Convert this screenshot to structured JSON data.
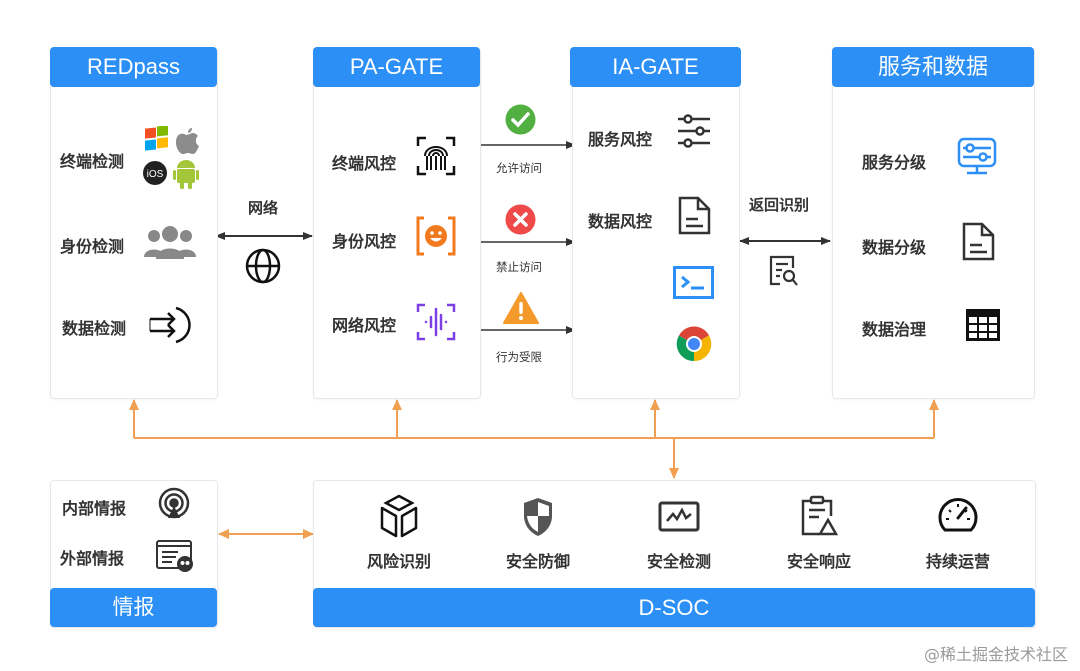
{
  "columns": [
    {
      "title": "REDpass",
      "items": [
        {
          "label": "终端检测",
          "icon": "os-platform-icons"
        },
        {
          "label": "身份检测",
          "icon": "users-group-icon"
        },
        {
          "label": "数据检测",
          "icon": "data-flow-icon"
        }
      ]
    },
    {
      "title": "PA-GATE",
      "items": [
        {
          "label": "终端风控",
          "icon": "fingerprint-scan-icon"
        },
        {
          "label": "身份风控",
          "icon": "face-scan-icon"
        },
        {
          "label": "网络风控",
          "icon": "network-wave-icon"
        }
      ]
    },
    {
      "title": "IA-GATE",
      "items": [
        {
          "label": "服务风控",
          "icon": "sliders-icon"
        },
        {
          "label": "数据风控",
          "icon": "document-icon"
        }
      ],
      "apps": [
        "terminal-icon",
        "chrome-icon"
      ]
    },
    {
      "title": "服务和数据",
      "items": [
        {
          "label": "服务分级",
          "icon": "monitor-settings-icon"
        },
        {
          "label": "数据分级",
          "icon": "document-icon"
        },
        {
          "label": "数据治理",
          "icon": "table-grid-icon"
        }
      ]
    }
  ],
  "connectors": {
    "network_label": "网络",
    "return_label": "返回识别",
    "decisions": [
      {
        "label": "允许访问",
        "status": "allow",
        "color": "#52b043"
      },
      {
        "label": "禁止访问",
        "status": "deny",
        "color": "#ef4a4a"
      },
      {
        "label": "行为受限",
        "status": "limited",
        "color": "#f39a2b"
      }
    ]
  },
  "intel": {
    "title": "情报",
    "items": [
      {
        "label": "内部情报",
        "icon": "broadcast-icon"
      },
      {
        "label": "外部情报",
        "icon": "web-intel-icon"
      }
    ]
  },
  "dsoc": {
    "title": "D-SOC",
    "items": [
      {
        "label": "风险识别",
        "icon": "cube-icon"
      },
      {
        "label": "安全防御",
        "icon": "shield-icon"
      },
      {
        "label": "安全检测",
        "icon": "monitor-pulse-icon"
      },
      {
        "label": "安全响应",
        "icon": "clipboard-alert-icon"
      },
      {
        "label": "持续运营",
        "icon": "speedometer-icon"
      }
    ]
  },
  "colors": {
    "header": "#2b8ff5",
    "connector": "#f0a050",
    "arrow": "#333333"
  },
  "watermark": "@稀土掘金技术社区"
}
